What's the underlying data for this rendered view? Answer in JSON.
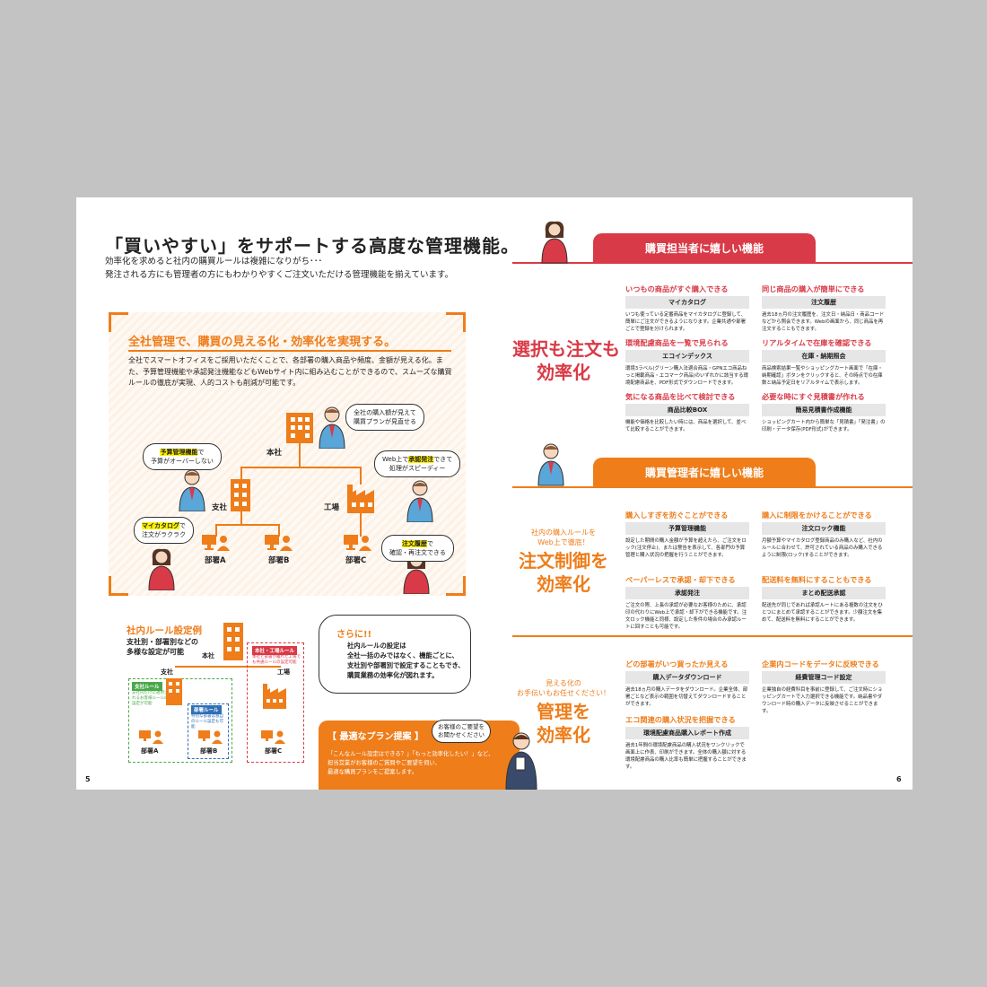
{
  "left": {
    "title": "「買いやすい」をサポートする高度な管理機能。",
    "lead_1": "効率化を求めると社内の購買ルールは複雑になりがち･･･",
    "lead_2": "発注される方にも管理者の方にもわかりやすくご注文いただける管理機能を揃えています。",
    "panel": {
      "heading": "全社管理で、購買の見える化・効率化を実現する。",
      "body": "全社でスマートオフィスをご採用いただくことで、各部署の購入商品や頻度、金額が見える化。また、予算管理機能や承認発注機能などもWebサイト内に組み込むことができるので、スムーズな購買ルールの徹底が実現、人的コストも削減が可能です。",
      "labels": {
        "hq": "本社",
        "branch": "支社",
        "factory": "工場",
        "dept_a": "部署A",
        "dept_b": "部署B",
        "dept_c": "部署C"
      },
      "bubble_exec_1": "全社の購入額が見えて",
      "bubble_exec_2": "購買プランが見直せる",
      "bubble_budget_hl": "予算管理機能",
      "bubble_budget_1": "で",
      "bubble_budget_2": "予算がオーバーしない",
      "bubble_web_1": "Web上で",
      "bubble_web_hl": "承認発注",
      "bubble_web_2": "できて",
      "bubble_web_3": "処理がスピーディー",
      "bubble_cat_hl": "マイカタログ",
      "bubble_cat_1": "で",
      "bubble_cat_2": "注文がラクラク",
      "bubble_hist_hl": "注文履歴",
      "bubble_hist_1": "で",
      "bubble_hist_2": "確認・再注文できる"
    },
    "rules": {
      "heading": "社内ルール設定例",
      "sub_1": "支社別・部署別などの",
      "sub_2": "多様な設定が可能",
      "hq": "本社",
      "branch": "支社",
      "factory": "工場",
      "dept_a": "部署A",
      "dept_b": "部署B",
      "dept_c": "部署C",
      "tag_branch": "支社ルール",
      "tag_dept": "部署ルール",
      "tag_hq": "本社・工場ルール",
      "tiny_branch": "支社内だけに適用されるお客様ルールの設定が可能",
      "tiny_dept": "特別な部署は独自のルール設定も可能",
      "tiny_hq": "本社と部署が離れた工場でも共通ルールの設定可能"
    },
    "sarani": {
      "label": "さらに!!",
      "text_1": "社内ルールの設定は",
      "text_2": "全社一括のみではなく、機能ごとに、",
      "text_3": "支社別や部署別で設定することもでき、",
      "text_4": "購買業務の効率化が図れます。"
    },
    "plan": {
      "heading": "【 最適なプラン提案 】",
      "bubble_1": "お客様のご要望を",
      "bubble_2": "お聞かせください",
      "text_1": "「こんなルール設定はできる？」「もっと効率化したい！」など、",
      "text_2": "担当営業がお客様のご質問やご要望を伺い、",
      "text_3": "最適な購買プランをご提案します。"
    },
    "page_number": "5"
  },
  "right": {
    "section1": {
      "header": "購買担当者に嬉しい機能",
      "big_1": "選択も注文も",
      "big_2": "効率化",
      "features": [
        {
          "title": "いつもの商品がすぐ購入できる",
          "name": "マイカタログ",
          "desc": "いつも使っている定番商品をマイカタログに登録して、簡単にご注文ができるようになります。企業共通や部署ごとで登録を分けられます。"
        },
        {
          "title": "同じ商品の購入が簡単にできる",
          "name": "注文履歴",
          "desc": "過去18ヵ月の注文履歴を、注文日・納品日・商品コードなどから照会できます。Webの画面から、同じ商品を再注文することもできます。"
        },
        {
          "title": "環境配慮商品を一覧で見られる",
          "name": "エコインデックス",
          "desc": "環境3ラベル(グリーン購入法適合商品・GPNエコ商品ねっと掲載商品・エコマーク商品)のいずれかに該当する環境配慮商品を、PDF形式でダウンロードできます。"
        },
        {
          "title": "リアルタイムで在庫を確認できる",
          "name": "在庫・納期照会",
          "desc": "商品検索結果一覧やショッピングカート画面で「在庫・納期確認」ボタンをクリックすると、その時点での在庫数と納品予定日をリアルタイムで表示します。"
        },
        {
          "title": "気になる商品を比べて検討できる",
          "name": "商品比較BOX",
          "desc": "機能や価格を比較したい時には、商品を選択して、並べて比較することができます。"
        },
        {
          "title": "必要な時にすぐ見積書が作れる",
          "name": "簡易見積書作成機能",
          "desc": "ショッピングカート内から簡単な「見積書」「発注書」の印刷・データ保存(PDF形式)ができます。"
        }
      ]
    },
    "section2": {
      "header": "購買管理者に嬉しい機能",
      "small_1": "社内の購入ルールを",
      "small_2": "Web上で徹底！",
      "big_1": "注文制御を",
      "big_2": "効率化",
      "features": [
        {
          "title": "購入しすぎを防ぐことができる",
          "name": "予算管理機能",
          "desc": "設定した期間の購入金額が予算を超えたら、ご注文をロック(注文停止)、または警告を表示して、各部門の予算管理と購入状況の把握を行うことができます。"
        },
        {
          "title": "購入に制限をかけることができる",
          "name": "注文ロック機能",
          "desc": "月額予算やマイカタログ登録商品のみ購入など、社内のルールに合わせて、許可されている商品のみ購入できるように制限(ロック)することができます。"
        },
        {
          "title": "ペーパーレスで承認・却下できる",
          "name": "承認発注",
          "desc": "ご注文の際、上長の承認が必要なお客様のために、承認印の代わりにWeb上で承認・却下ができる機能です。注文ロック機能と同様、設定した条件の場合のみ承認ルートに回すことも可能です。"
        },
        {
          "title": "配送料を無料にすることもできる",
          "name": "まとめ配送承認",
          "desc": "配送先が同じであれば承認ルートにある複数の注文をひとつにまとめて承認することができます。少額注文を集めて、配送料を無料にすることができます。"
        }
      ]
    },
    "section3": {
      "small_1": "見える化の",
      "small_2": "お手伝いもお任せください！",
      "big_1": "管理を",
      "big_2": "効率化",
      "features": [
        {
          "title": "どの部署がいつ買ったか見える",
          "name": "購入データダウンロード",
          "desc": "過去18ヵ月の購入データをダウンロード。企業全体、部署ごとなど表示の範囲を切替えてダウンロードすることができます。"
        },
        {
          "title": "企業内コードをデータに反映できる",
          "name": "経費管理コード設定",
          "desc": "企業独自の経費科目を事前に登録して、ご注文時にショッピングカートで入力選択できる機能です。納品書やダウンロード時の購入データに反映させることができます。"
        },
        {
          "title": "エコ関連の購入状況を把握できる",
          "name": "環境配慮商品購入レポート作成",
          "desc": "過去1年間の環境配慮商品の購入状況をワンクリックで画面上に作表、印刷ができます。全体の購入額に対する環境配慮商品の購入比率も簡単に把握することができます。"
        }
      ]
    },
    "page_number": "6"
  },
  "colors": {
    "orange": "#ee7d1a",
    "red": "#d93a47"
  }
}
